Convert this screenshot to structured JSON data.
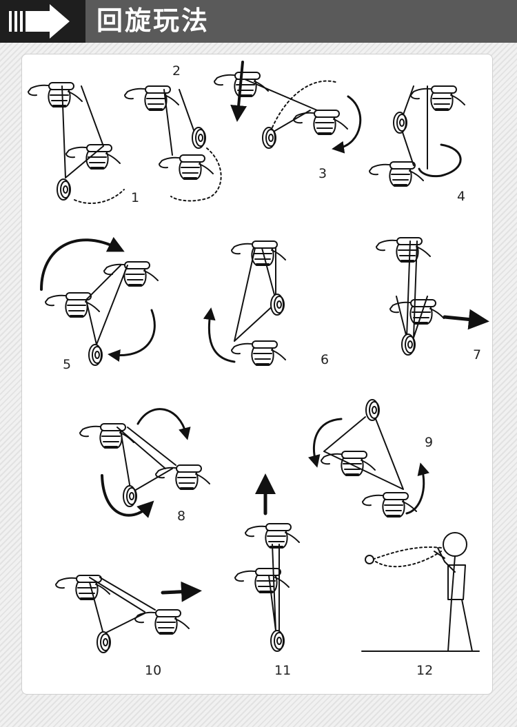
{
  "header": {
    "title": "回旋玩法",
    "badge_icon": "arrow-right-icon"
  },
  "steps": [
    {
      "label": "1"
    },
    {
      "label": "2"
    },
    {
      "label": "3"
    },
    {
      "label": "4"
    },
    {
      "label": "5"
    },
    {
      "label": "6"
    },
    {
      "label": "7"
    },
    {
      "label": "8"
    },
    {
      "label": "9"
    },
    {
      "label": "10"
    },
    {
      "label": "11"
    },
    {
      "label": "12"
    }
  ],
  "colors": {
    "header_bg": "#5a5a5a",
    "badge_bg": "#1e1e1e",
    "title_text": "#ffffff",
    "line_art": "#111111"
  }
}
